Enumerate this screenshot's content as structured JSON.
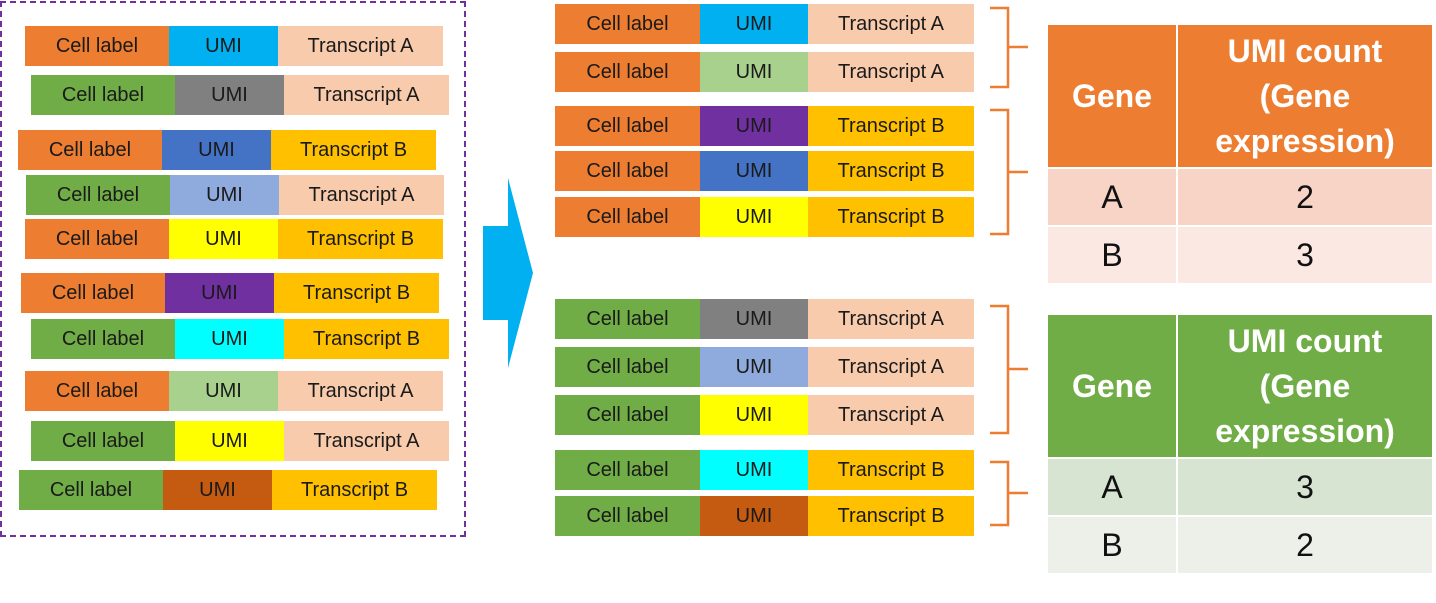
{
  "colors": {
    "cell_orange": "#ed7d31",
    "cell_green": "#70ad47",
    "transcript_A": "#f8cbad",
    "transcript_B": "#ffc000",
    "dashed_border": "#7030a0",
    "arrow": "#00b0f0"
  },
  "labels": {
    "cell": "Cell label",
    "umi": "UMI",
    "transcript_a": "Transcript A",
    "transcript_b": "Transcript B"
  },
  "unsorted_reads": [
    {
      "cell": "orange",
      "umi_color": "#00b0f0",
      "transcript": "A"
    },
    {
      "cell": "green",
      "umi_color": "#808080",
      "transcript": "A"
    },
    {
      "cell": "orange",
      "umi_color": "#4472c4",
      "transcript": "B"
    },
    {
      "cell": "green",
      "umi_color": "#8faadc",
      "transcript": "A"
    },
    {
      "cell": "orange",
      "umi_color": "#ffff00",
      "transcript": "B"
    },
    {
      "cell": "orange",
      "umi_color": "#7030a0",
      "transcript": "B"
    },
    {
      "cell": "green",
      "umi_color": "#00ffff",
      "transcript": "B"
    },
    {
      "cell": "orange",
      "umi_color": "#a9d18e",
      "transcript": "A"
    },
    {
      "cell": "green",
      "umi_color": "#ffff00",
      "transcript": "A"
    },
    {
      "cell": "green",
      "umi_color": "#c55a11",
      "transcript": "B"
    }
  ],
  "sorted_reads": [
    {
      "cell": "orange",
      "umi_color": "#00b0f0",
      "transcript": "A"
    },
    {
      "cell": "orange",
      "umi_color": "#a9d18e",
      "transcript": "A"
    },
    {
      "cell": "orange",
      "umi_color": "#7030a0",
      "transcript": "B"
    },
    {
      "cell": "orange",
      "umi_color": "#4472c4",
      "transcript": "B"
    },
    {
      "cell": "orange",
      "umi_color": "#ffff00",
      "transcript": "B"
    },
    {
      "cell": "green",
      "umi_color": "#808080",
      "transcript": "A"
    },
    {
      "cell": "green",
      "umi_color": "#8faadc",
      "transcript": "A"
    },
    {
      "cell": "green",
      "umi_color": "#ffff00",
      "transcript": "A"
    },
    {
      "cell": "green",
      "umi_color": "#00ffff",
      "transcript": "B"
    },
    {
      "cell": "green",
      "umi_color": "#c55a11",
      "transcript": "B"
    }
  ],
  "tables": {
    "orange": {
      "header_gene": "Gene",
      "header_count_l1": "UMI count",
      "header_count_l2": "(Gene",
      "header_count_l3": "expression)",
      "rows": [
        {
          "gene": "A",
          "count": "2"
        },
        {
          "gene": "B",
          "count": "3"
        }
      ]
    },
    "green": {
      "header_gene": "Gene",
      "header_count_l1": "UMI count",
      "header_count_l2": "(Gene",
      "header_count_l3": "expression)",
      "rows": [
        {
          "gene": "A",
          "count": "3"
        },
        {
          "gene": "B",
          "count": "2"
        }
      ]
    }
  }
}
